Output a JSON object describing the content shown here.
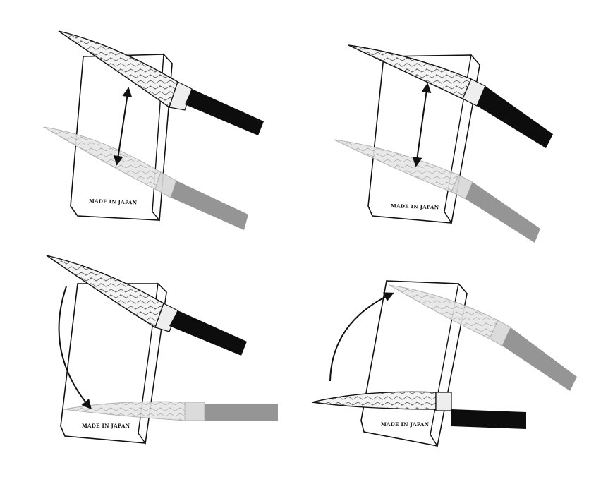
{
  "diagram": {
    "panels": [
      {
        "id": "panel-1",
        "stone_label": "MADE IN JAPAN",
        "motion": "up-down"
      },
      {
        "id": "panel-2",
        "stone_label": "MADE IN JAPAN",
        "motion": "up-down"
      },
      {
        "id": "panel-3",
        "stone_label": "MADE IN JAPAN",
        "motion": "arc-down"
      },
      {
        "id": "panel-4",
        "stone_label": "MADE IN JAPAN",
        "motion": "arc-up"
      }
    ],
    "colors": {
      "outline": "#111111",
      "handle": "#0d0d0d",
      "ghost_handle": "#8a8a8a",
      "blade_fill": "#f4f4f4",
      "ghost_blade": "#dcdcdc"
    }
  }
}
